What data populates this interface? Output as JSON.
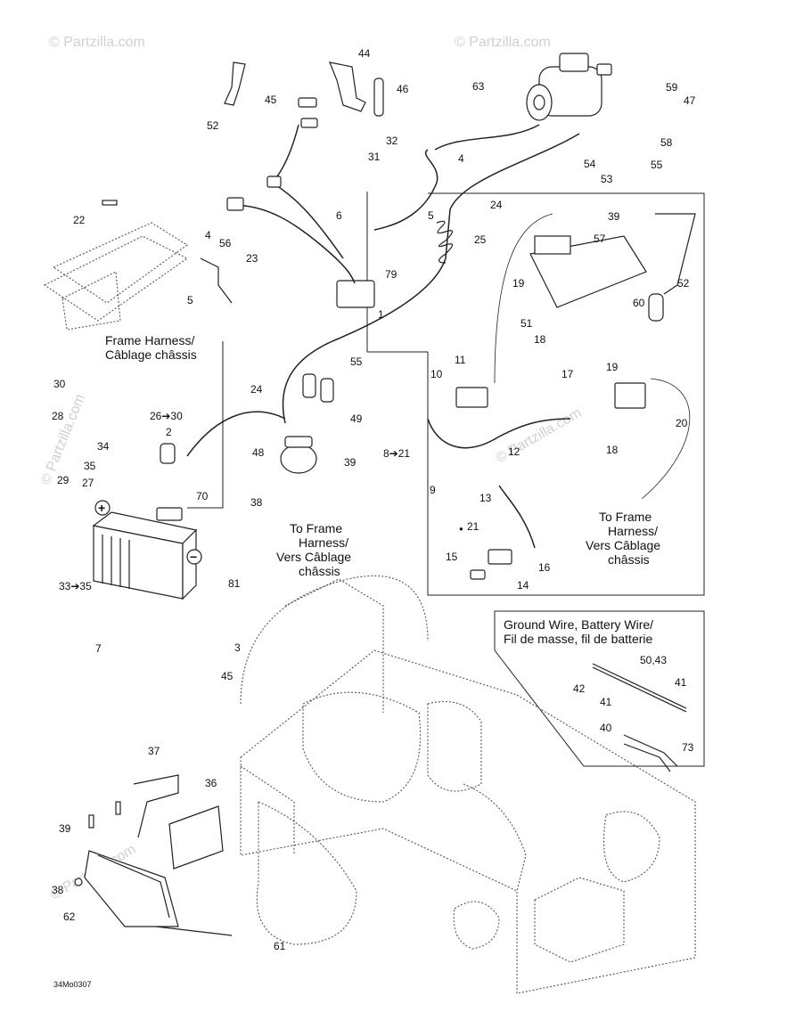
{
  "watermarks": [
    "© Partzilla.com",
    "© Partzilla.com",
    "© Partzilla.com",
    "© Partzilla.com",
    "© Partzilla.com"
  ],
  "drawing_code": "34Mo0307",
  "symbols": {
    "plus": "+",
    "minus": "−",
    "drop": "●"
  },
  "captions": {
    "frame_harness_1": "Frame Harness/",
    "frame_harness_2": "Câblage châssis",
    "to_frame_1": "To Frame",
    "to_frame_2": "Harness/",
    "to_frame_3": "Vers Câblage",
    "to_frame_4": "châssis",
    "to_frame_b1": "To Frame",
    "to_frame_b2": "Harness/",
    "to_frame_b3": "Vers Câblage",
    "to_frame_b4": "châssis",
    "ground_1": "Ground Wire, Battery Wire/",
    "ground_2": "Fil de masse, fil de batterie"
  },
  "callouts": {
    "c44": "44",
    "c46": "46",
    "c45a": "45",
    "c52a": "52",
    "c63": "63",
    "c59": "59",
    "c47": "47",
    "c32": "32",
    "c31": "31",
    "c4a": "4",
    "c58": "58",
    "c54": "54",
    "c55a": "55",
    "c53": "53",
    "c22": "22",
    "c24a": "24",
    "c6": "6",
    "c5a": "5",
    "c39a": "39",
    "c57": "57",
    "c4b": "4",
    "c56": "56",
    "c23": "23",
    "c25": "25",
    "c79": "79",
    "c19a": "19",
    "c52b": "52",
    "c5b": "5",
    "c1": "1",
    "c51": "51",
    "c60": "60",
    "c18a": "18",
    "c30": "30",
    "c55b": "55",
    "c11": "11",
    "c10": "10",
    "c17": "17",
    "c19b": "19",
    "c24b": "24",
    "c28": "28",
    "c26": "26➔30",
    "c2": "2",
    "c49": "49",
    "c20": "20",
    "c18b": "18",
    "c34": "34",
    "c35a": "35",
    "c29": "29",
    "c27": "27",
    "c48": "48",
    "c39b": "39",
    "c8": "8➔21",
    "c12": "12",
    "c9": "9",
    "c38a": "38",
    "c70": "70",
    "c13": "13",
    "c21": "21",
    "c15": "15",
    "c16": "16",
    "c14": "14",
    "c33": "33➔35",
    "c81": "81",
    "c7": "7",
    "c3": "3",
    "c45b": "45",
    "c50": "50,43",
    "c42": "42",
    "c41a": "41",
    "c41b": "41",
    "c40": "40",
    "c73": "73",
    "c37": "37",
    "c36": "36",
    "c39c": "39",
    "c38b": "38",
    "c62": "62",
    "c61": "61"
  }
}
